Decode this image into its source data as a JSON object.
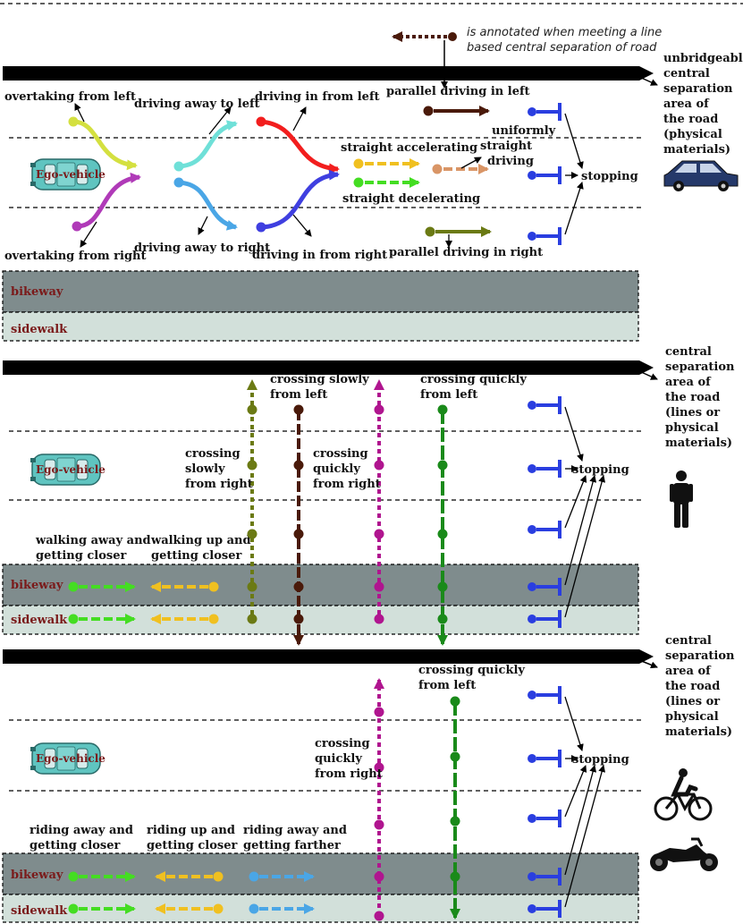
{
  "annotation_note": {
    "line1": "is annotated when meeting a line",
    "line2": "based central separation of road"
  },
  "ego_vehicle_label": "Ego-vehicle",
  "zones": {
    "bikeway": "bikeway",
    "sidewalk": "sidewalk"
  },
  "panel_vehicle": {
    "side_label": [
      "unbridgeable",
      "central",
      "separation",
      "area of",
      "the road",
      "(physical",
      "materials)"
    ],
    "overtaking_from_left": "overtaking from left",
    "overtaking_from_right": "overtaking from right",
    "driving_away_to_left": "driving away to left",
    "driving_away_to_right": "driving away to right",
    "driving_in_from_left": "driving in from left",
    "driving_in_from_right": "driving in from right",
    "straight_accelerating": "straight accelerating",
    "straight_decelerating": "straight decelerating",
    "uniformly_straight_driving": [
      "uniformly",
      "straight",
      "driving"
    ],
    "parallel_driving_in_left": "parallel driving in left",
    "parallel_driving_in_right": "parallel driving in right",
    "stopping": "stopping"
  },
  "panel_pedestrian": {
    "side_label": [
      "central",
      "separation",
      "area of",
      "the road",
      "(lines or",
      "physical",
      "materials)"
    ],
    "crossing_slowly_from_left": [
      "crossing slowly",
      "from left"
    ],
    "crossing_quickly_from_left": [
      "crossing quickly",
      "from left"
    ],
    "crossing_slowly_from_right": [
      "crossing",
      "slowly",
      "from right"
    ],
    "crossing_quickly_from_right": [
      "crossing",
      "quickly",
      "from right"
    ],
    "walking_away": [
      "walking away and",
      "getting closer"
    ],
    "walking_up": [
      "walking up and",
      "getting closer"
    ],
    "stopping": "stopping"
  },
  "panel_cyclist": {
    "side_label": [
      "central",
      "separation",
      "area of",
      "the road",
      "(lines or",
      "physical",
      "materials)"
    ],
    "crossing_quickly_from_left": [
      "crossing quickly",
      "from left"
    ],
    "crossing_quickly_from_right": [
      "crossing",
      "quickly",
      "from right"
    ],
    "riding_away_closer": [
      "riding away and",
      "getting closer"
    ],
    "riding_up_closer": [
      "riding up and",
      "getting closer"
    ],
    "riding_away_farther": [
      "riding away and",
      "getting farther"
    ],
    "stopping": "stopping"
  },
  "icons": [
    "car-icon",
    "pedestrian-icon",
    "bicycle-icon",
    "motorcycle-icon",
    "ego-vehicle-icon"
  ],
  "colors": {
    "road_bar": "#000000",
    "bikeway": "#7f8c8d",
    "sidewalk": "#d2e0da",
    "zone_text": "#7a1a1a",
    "yellow_green": "#d4e040",
    "purple": "#b03ab8",
    "cyan": "#6fe0d8",
    "light_blue": "#4aa6e6",
    "red": "#f21e1e",
    "indigo": "#3f3fe0",
    "orange_yellow": "#f0c020",
    "bright_green": "#44dd22",
    "salmon": "#d99566",
    "dark_brown": "#4a1a0a",
    "olive": "#6b7a14",
    "blue": "#2a3ee0",
    "magenta": "#b0158f",
    "dark_green": "#1a8a1a",
    "ego_teal": "#5fc4c0"
  }
}
